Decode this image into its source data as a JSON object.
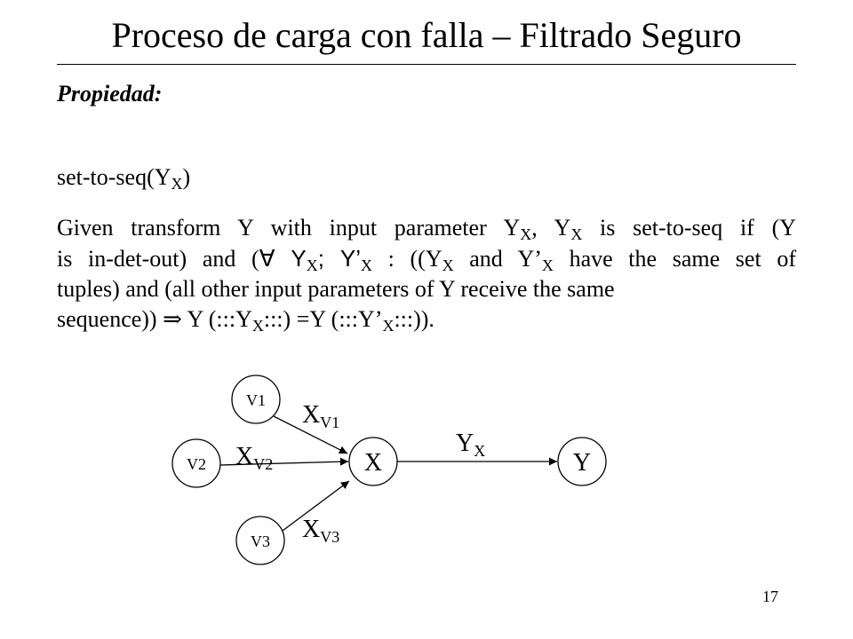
{
  "slide": {
    "title": "Proceso de carga con falla – Filtrado Seguro",
    "heading": "Propiedad:",
    "property_name": {
      "prefix": "set-to-seq(Y",
      "sub": "X",
      "suffix": ")"
    },
    "page_number": "17"
  },
  "body": {
    "line1": {
      "t1": "Given transform Y with input parameter Y",
      "s1": "X",
      "t2": ", Y",
      "s2": "X",
      "t3": " is set-to-seq  if (Y"
    },
    "line2": {
      "t1": "is in-det-out)  and (",
      "forall": "∀",
      "t2": " Y",
      "s1": "X",
      "t3": "; Y’",
      "s2": "X",
      "t4": " : ((Y",
      "s3": "X",
      "t5": " and Y’",
      "s4": "X",
      "t6": " have the same set of"
    },
    "line3": {
      "t1": "tuples) and (all other input parameters of Y receive the same"
    },
    "line4": {
      "t1": "sequence))  ",
      "implies": "⇒",
      "t2": " Y (:::Y",
      "s1": "X",
      "t3": ":::) =Y (:::Y’",
      "s2": "X",
      "t4": ":::))."
    }
  },
  "diagram": {
    "nodes": {
      "v1": "V1",
      "v2": "V2",
      "v3": "V3",
      "x": "X",
      "y": "Y"
    },
    "edges": {
      "xv1": {
        "base": "X",
        "sub": "V1"
      },
      "xv2": {
        "base": "X",
        "sub": "V2"
      },
      "xv3": {
        "base": "X",
        "sub": "V3"
      },
      "yx": {
        "base": "Y",
        "sub": "X"
      }
    }
  }
}
